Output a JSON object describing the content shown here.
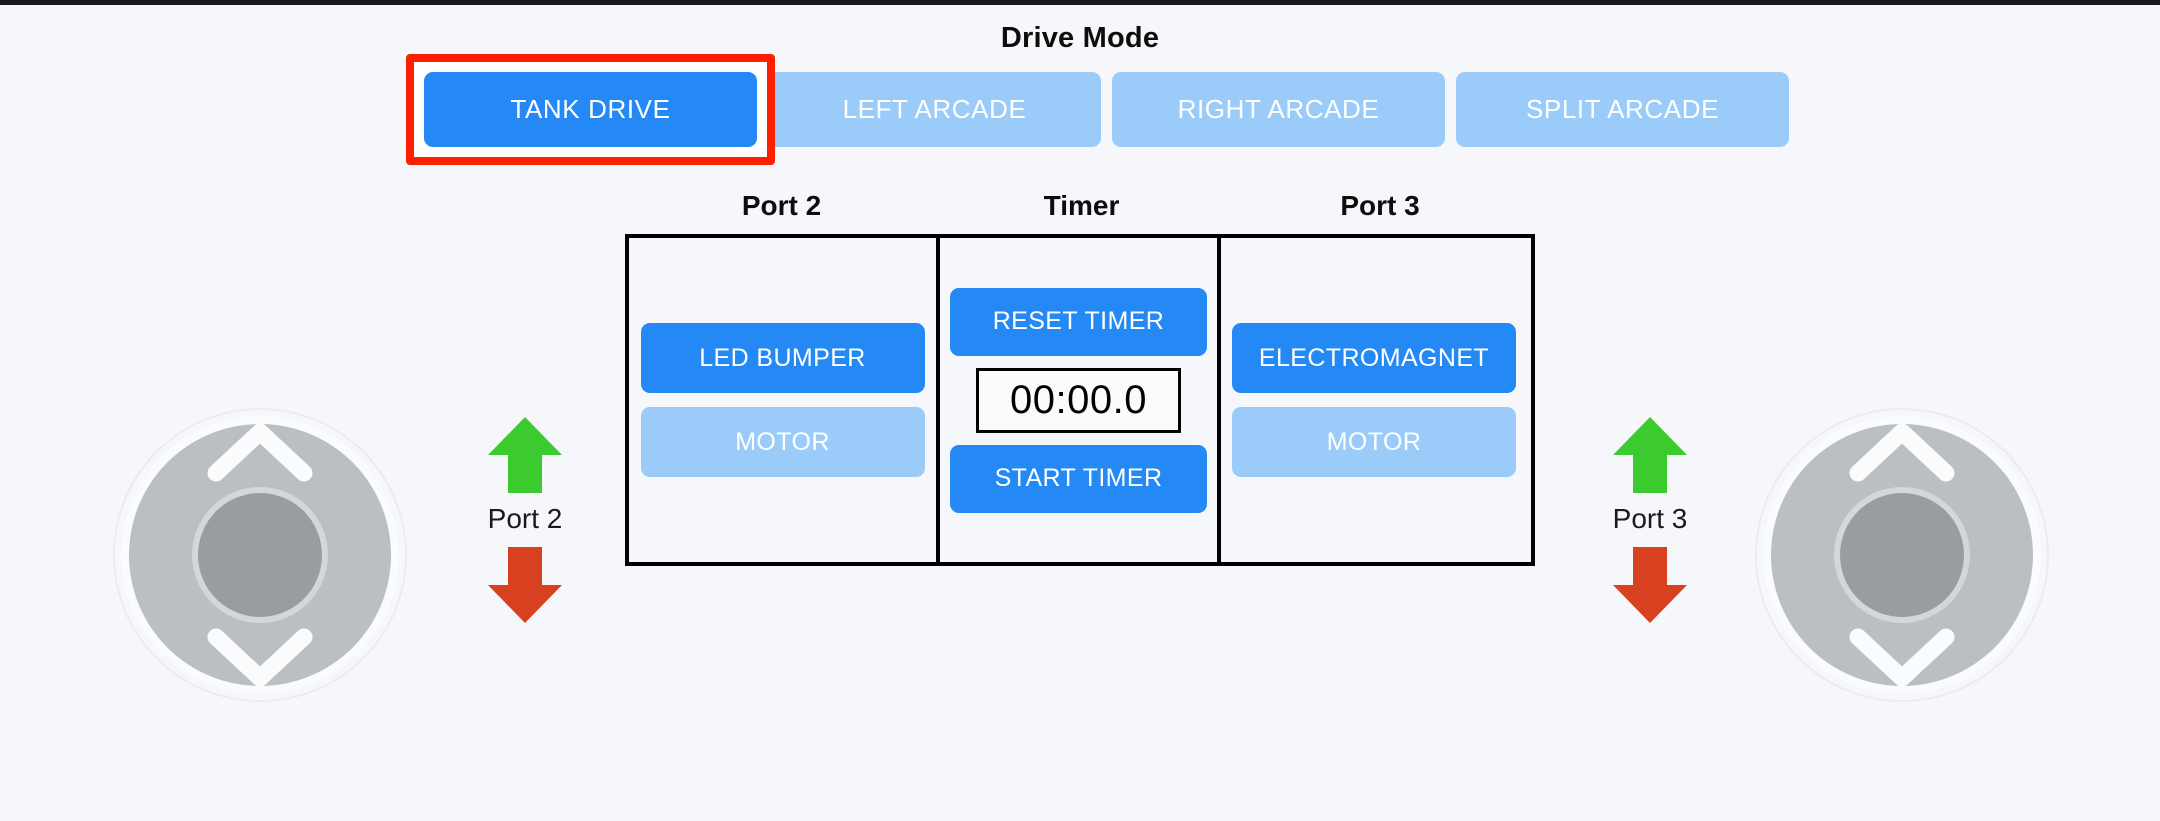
{
  "app": {
    "background_color": "#f5f7fa",
    "accent_active": "#2589f5",
    "accent_inactive": "#9bccf9",
    "highlight_color": "#fb2000",
    "border_color": "#000000"
  },
  "drive_mode": {
    "title": "Drive Mode",
    "selected": "TANK DRIVE",
    "highlighted": "TANK DRIVE",
    "buttons": [
      {
        "label": "TANK DRIVE",
        "state": "active"
      },
      {
        "label": "LEFT ARCADE",
        "state": "inactive"
      },
      {
        "label": "RIGHT ARCADE",
        "state": "inactive"
      },
      {
        "label": "SPLIT ARCADE",
        "state": "inactive"
      }
    ]
  },
  "panel": {
    "headers": {
      "port2": "Port 2",
      "timer": "Timer",
      "port3": "Port 3"
    },
    "port2": {
      "device_button": {
        "label": "LED BUMPER",
        "state": "on"
      },
      "motor_button": {
        "label": "MOTOR",
        "state": "off"
      }
    },
    "timer": {
      "reset_label": "RESET TIMER",
      "display_value": "00:00.0",
      "start_label": "START TIMER"
    },
    "port3": {
      "device_button": {
        "label": "ELECTROMAGNET",
        "state": "on"
      },
      "motor_button": {
        "label": "MOTOR",
        "state": "off"
      }
    }
  },
  "port_controls": {
    "left": {
      "caption": "Port 2",
      "up_icon": "up-arrow-icon",
      "down_icon": "down-arrow-icon",
      "up_color": "#3ccb2e",
      "down_color": "#d8411f"
    },
    "right": {
      "caption": "Port 3",
      "up_icon": "up-arrow-icon",
      "down_icon": "down-arrow-icon",
      "up_color": "#3ccb2e",
      "down_color": "#d8411f"
    }
  },
  "joysticks": {
    "left": {
      "name": "left-joystick",
      "up_icon": "chevron-up-icon",
      "down_icon": "chevron-down-icon",
      "ring_color": "#bcbfc2",
      "knob_color": "#9a9da0"
    },
    "right": {
      "name": "right-joystick",
      "up_icon": "chevron-up-icon",
      "down_icon": "chevron-down-icon",
      "ring_color": "#bcbfc2",
      "knob_color": "#9a9da0"
    }
  }
}
